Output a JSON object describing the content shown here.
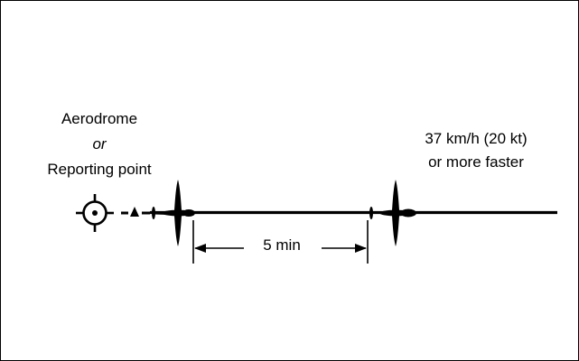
{
  "reporting_point": {
    "line1": "Aerodrome",
    "line2": "or",
    "line3": "Reporting point"
  },
  "speed_note": {
    "line1": "37 km/h (20 kt)",
    "line2": "or more faster"
  },
  "interval_label": "5 min",
  "icons": {
    "waypoint": "aerodrome-reporting-point-symbol",
    "aircraft_leading": "aircraft-silhouette",
    "aircraft_following": "aircraft-silhouette"
  },
  "colors": {
    "ink": "#000000",
    "background": "#ffffff"
  }
}
